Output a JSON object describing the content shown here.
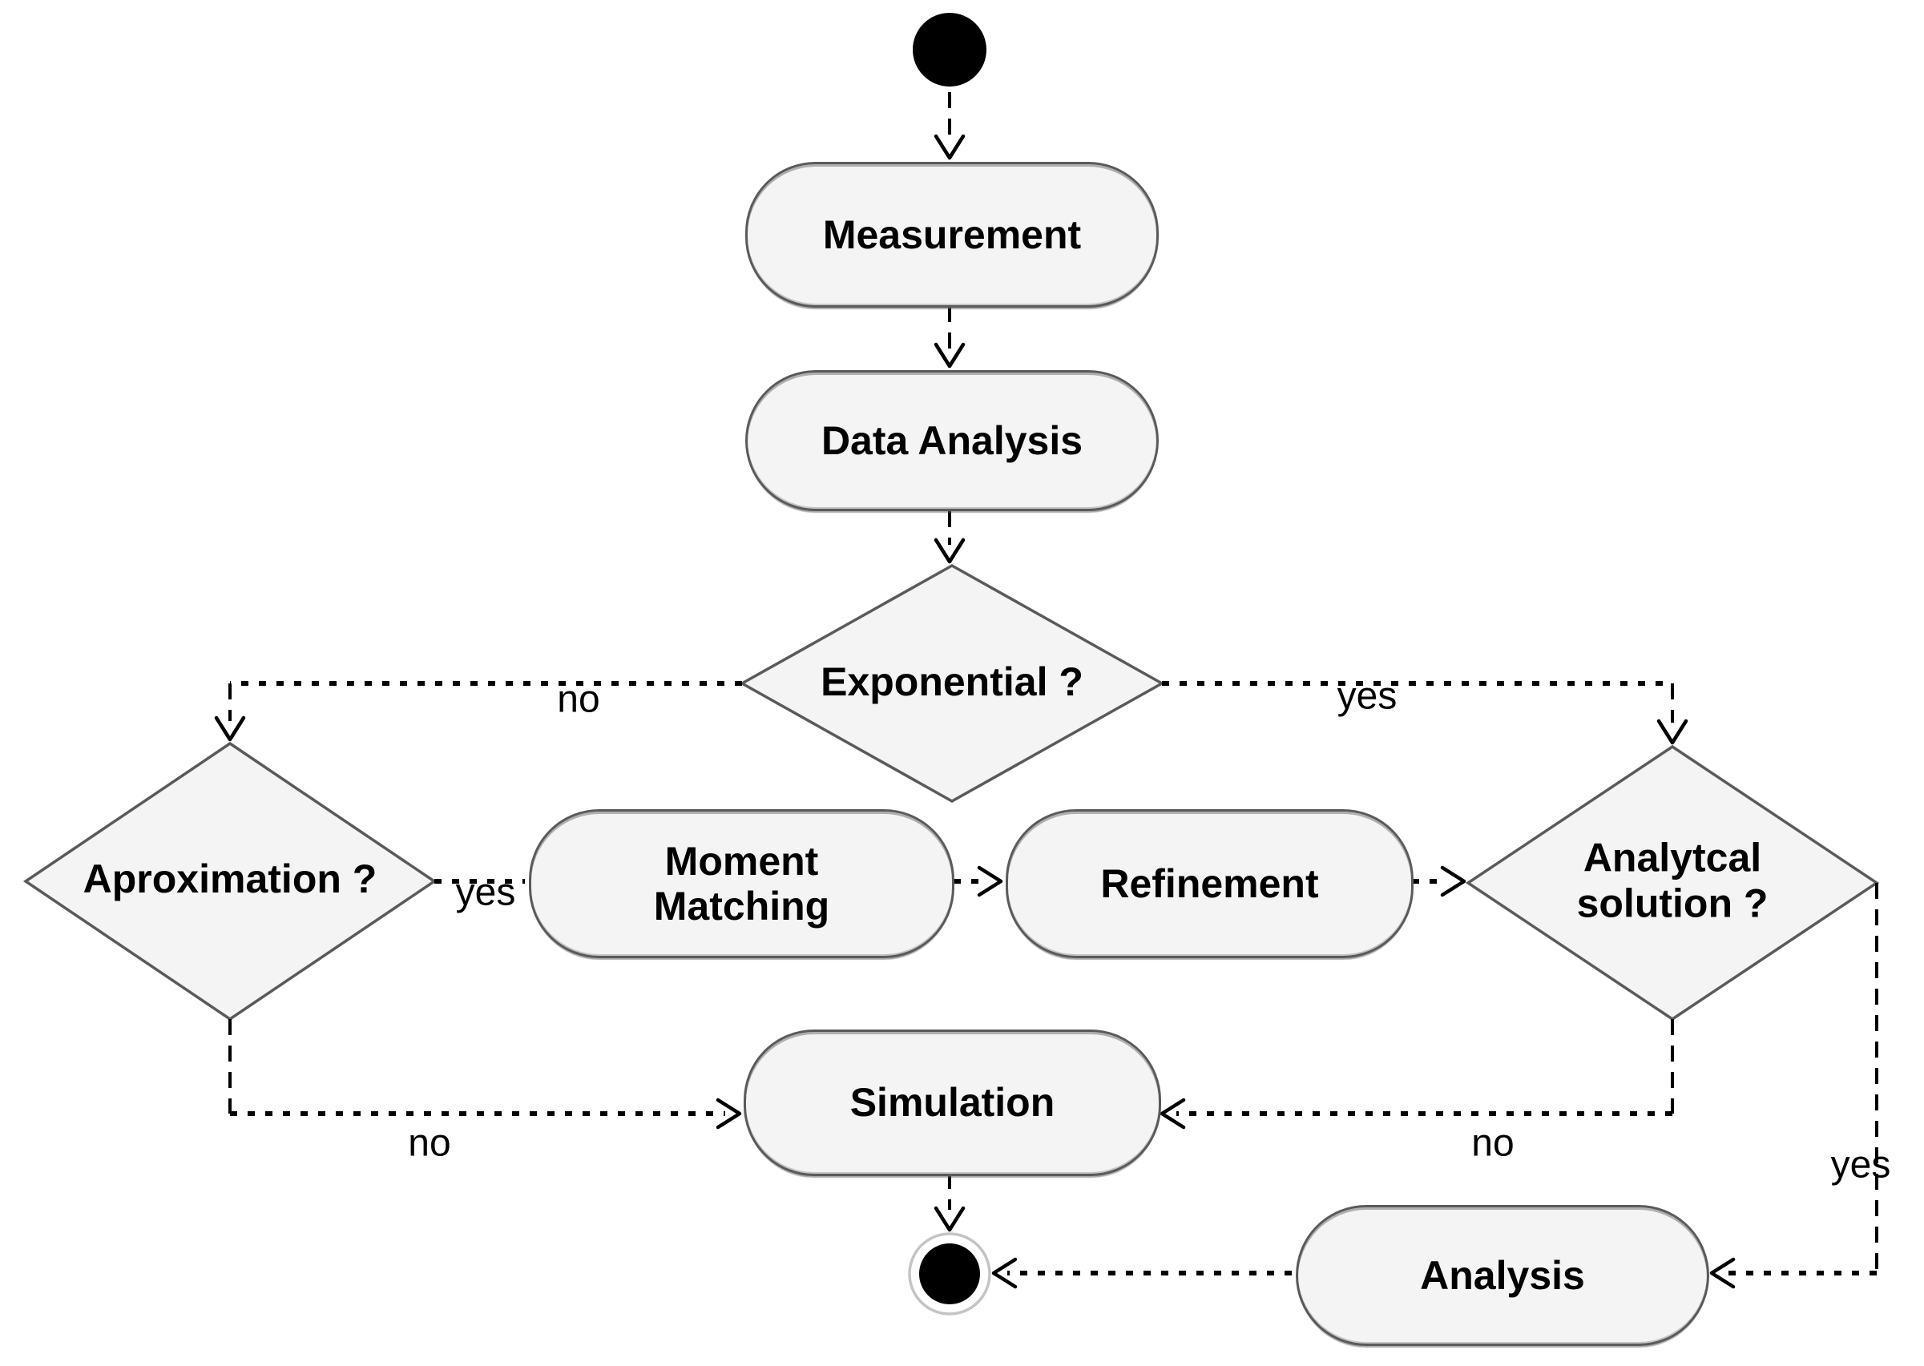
{
  "nodes": {
    "measurement": {
      "label": "Measurement"
    },
    "data_analysis": {
      "label": "Data Analysis"
    },
    "exponential": {
      "label": "Exponential ?"
    },
    "aproximation": {
      "label": "Aproximation ?"
    },
    "moment_matching": {
      "label": "Moment\nMatching"
    },
    "refinement": {
      "label": "Refinement"
    },
    "analytical_solution": {
      "label": "Analytcal\nsolution ?"
    },
    "simulation": {
      "label": "Simulation"
    },
    "analysis": {
      "label": "Analysis"
    }
  },
  "edge_labels": {
    "exponential_no": "no",
    "exponential_yes": "yes",
    "aproximation_yes": "yes",
    "aproximation_no": "no",
    "analytical_no": "no",
    "analytical_yes": "yes"
  },
  "colors": {
    "background": "#ffffff",
    "node_fill": "#f4f4f4",
    "node_border": "#5a5a5a",
    "edge": "#000000",
    "text": "#000000"
  }
}
